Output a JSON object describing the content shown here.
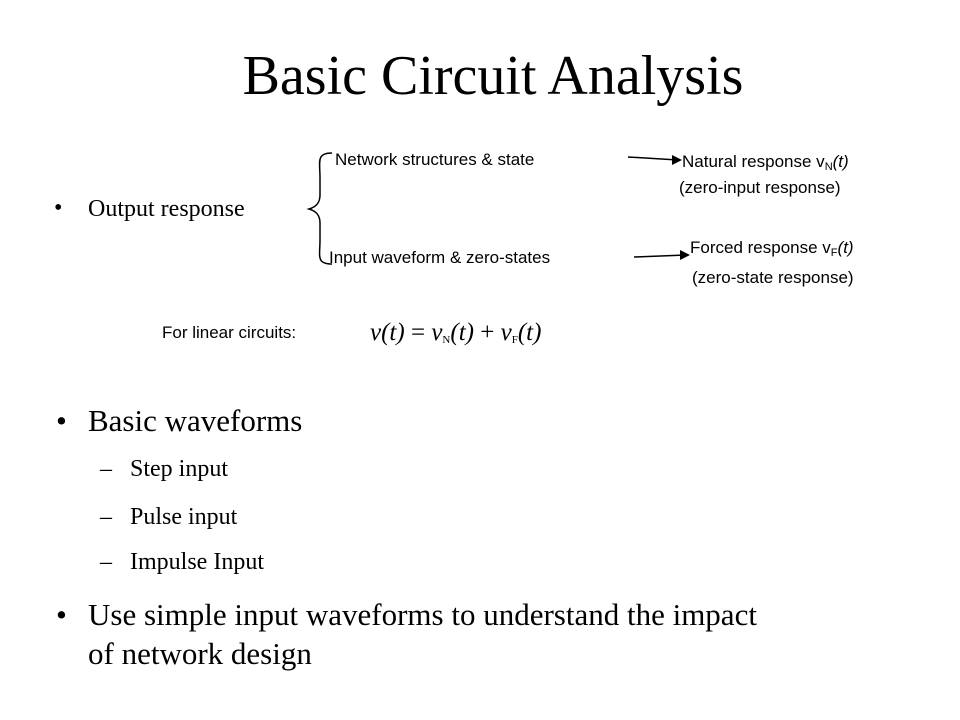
{
  "slide": {
    "title": "Basic Circuit Analysis",
    "bullets": {
      "output_response": "Output response",
      "basic_waveforms": "Basic waveforms",
      "use_simple_line1": "Use simple input waveforms to understand the impact",
      "use_simple_line2": "of network design"
    },
    "bullet_symbol": "•",
    "sub_dash": "–",
    "sub_items": [
      "Step input",
      "Pulse input",
      "Impulse Input"
    ],
    "diagram": {
      "upper_branch": "Network structures & state",
      "lower_branch": "Input waveform & zero-states",
      "natural_prefix": "Natural response v",
      "natural_sub": "N",
      "natural_suffix": "(t)",
      "natural_note": "(zero-input response)",
      "forced_prefix": "Forced response v",
      "forced_sub": "F",
      "forced_suffix": "(t)",
      "forced_note": "(zero-state response)"
    },
    "linear": {
      "label": "For linear circuits:",
      "eq_lhs": "v(t)",
      "eq_equals": " = ",
      "eq_v1": "v",
      "eq_sub1": "N",
      "eq_t1": "(t)",
      "eq_plus": " + ",
      "eq_v2": "v",
      "eq_sub2": "F",
      "eq_t2": "(t)"
    }
  }
}
